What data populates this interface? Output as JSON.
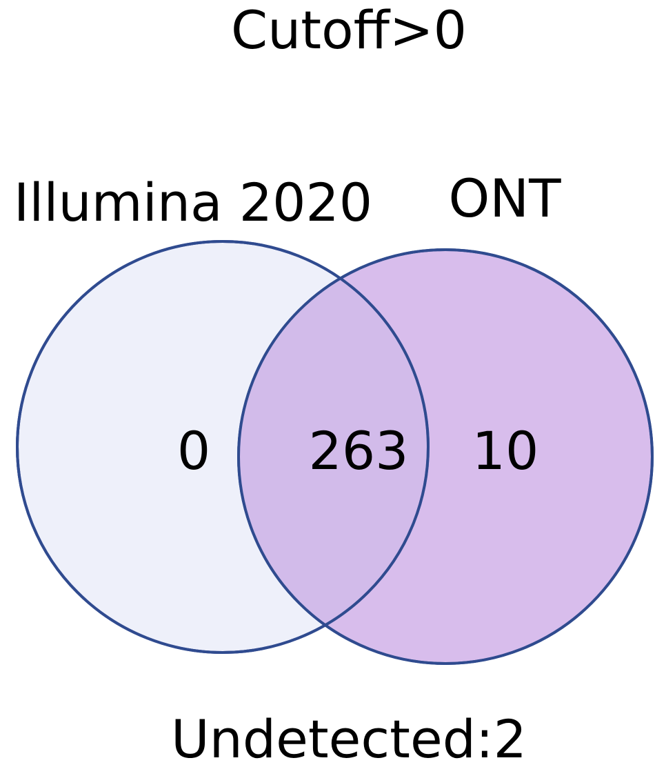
{
  "title": "Cutoff>0",
  "sets": [
    {
      "name": "Illumina 2020",
      "only_count": "0",
      "fill": "#eef0fa",
      "stroke": "#2f4b8f"
    },
    {
      "name": "ONT",
      "only_count": "10",
      "fill": "#d8bdec",
      "stroke": "#2f4b8f"
    }
  ],
  "intersection": {
    "count": "263",
    "fill": "#d2bbea",
    "stroke": "#7a78c0"
  },
  "footer": "Undetected:2"
}
